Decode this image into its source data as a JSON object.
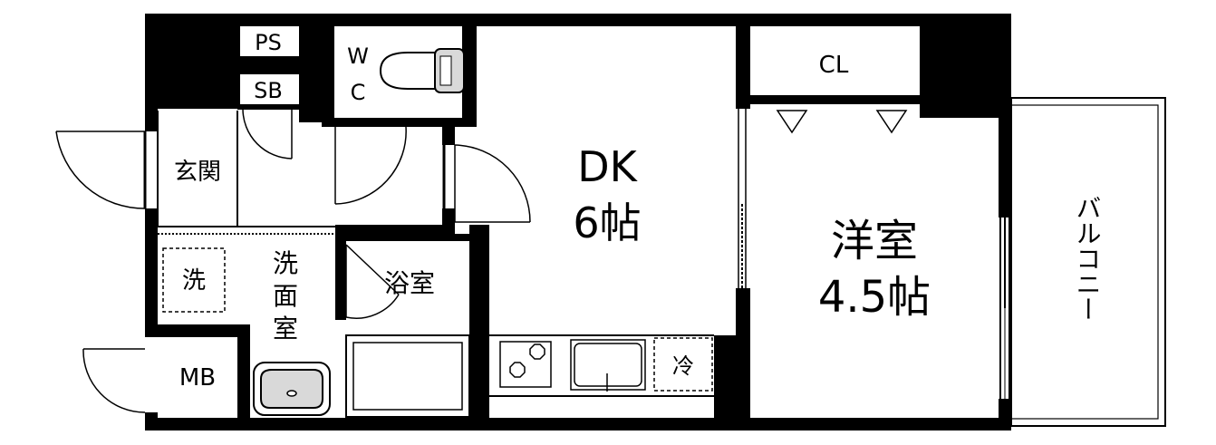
{
  "colors": {
    "wall": "#000000",
    "floor": "#ffffff",
    "fixture_fill": "#d9d9d9",
    "fixture_stroke": "#000000"
  },
  "rooms": {
    "ps": "PS",
    "sb": "SB",
    "wc_line1": "W",
    "wc_line2": "C",
    "entrance": "玄関",
    "dk_line1": "DK",
    "dk_line2": "6帖",
    "cl": "CL",
    "western_line1": "洋室",
    "western_line2": "4.5帖",
    "balcony": "バルコニー",
    "washer": "洗",
    "washroom_chars": [
      "洗",
      "面",
      "室"
    ],
    "bath": "浴室",
    "mb": "MB",
    "fridge": "冷"
  },
  "icons": {
    "toilet": "toilet-icon",
    "washbasin": "washbasin-icon",
    "stove": "stove-icon",
    "sink": "kitchen-sink-icon",
    "bathtub": "bathtub-icon"
  }
}
